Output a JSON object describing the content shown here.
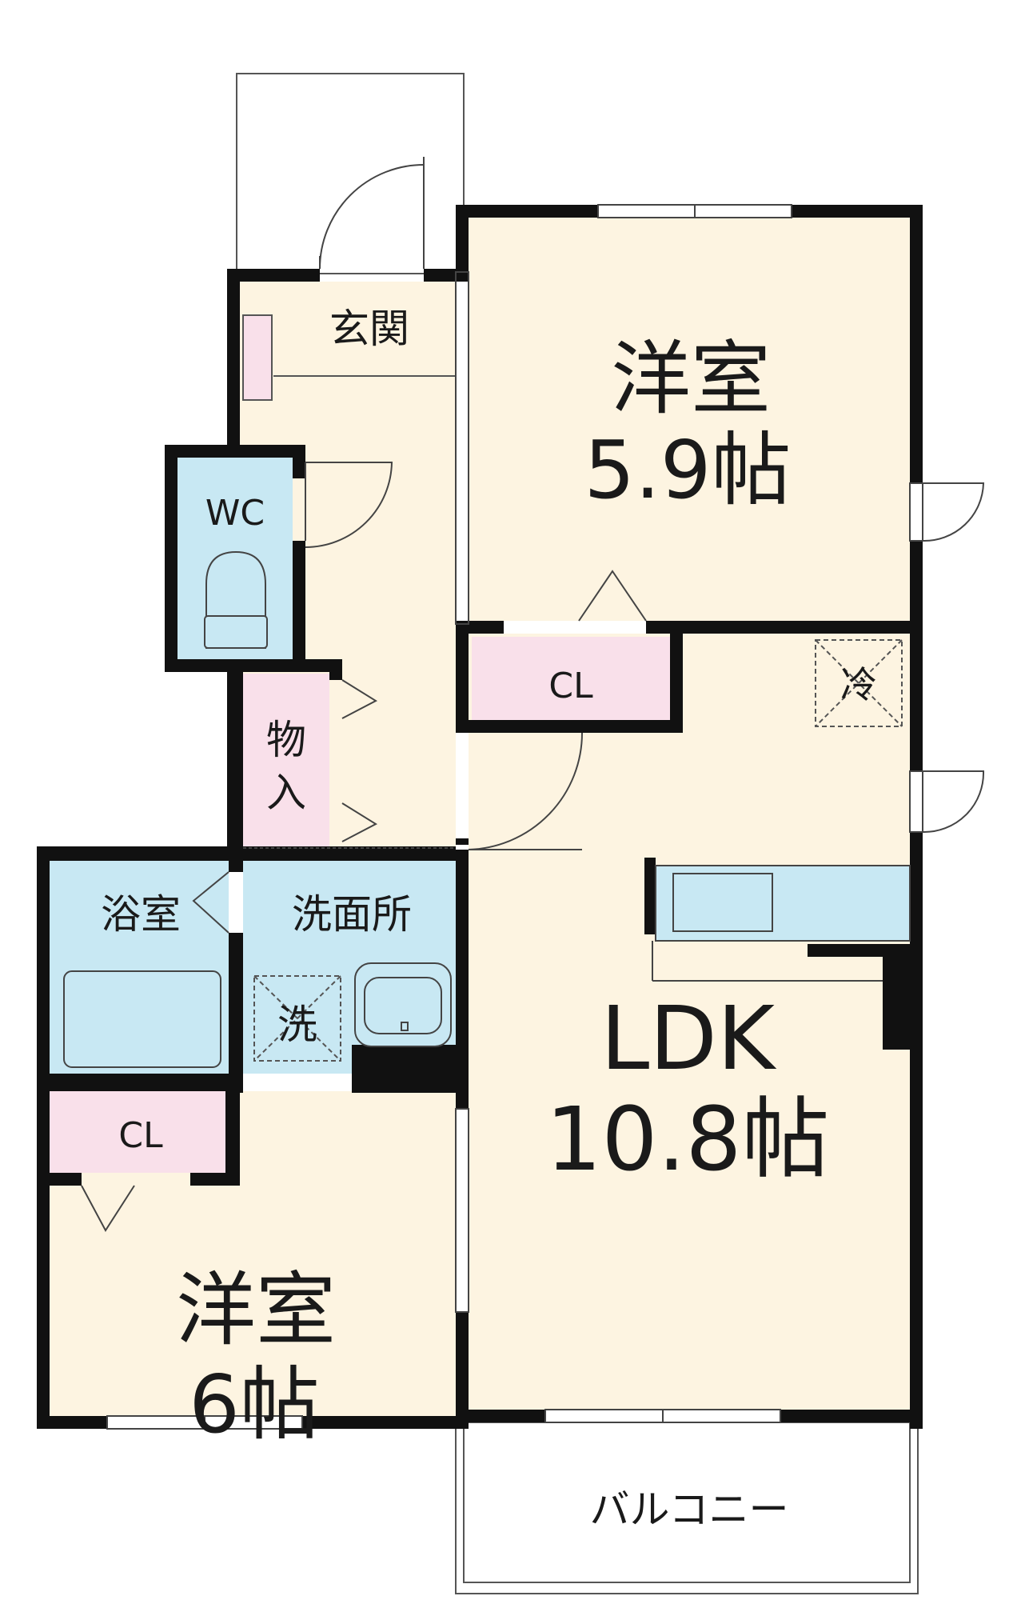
{
  "rooms": {
    "genkan": "玄関",
    "wc": "WC",
    "yoshitsu_north": {
      "name": "洋室",
      "size": "5.9帖"
    },
    "cl_north": "CL",
    "reizouko": "冷",
    "mono_ire": [
      "物",
      "入"
    ],
    "yokushitsu": "浴室",
    "senmenjo": "洗面所",
    "sentaku": "洗",
    "ldk": {
      "name": "LDK",
      "size": "10.8帖"
    },
    "cl_south": "CL",
    "yoshitsu_south": {
      "name": "洋室",
      "size": "6帖"
    },
    "balcony": "バルコニー"
  },
  "colors": {
    "wall": "#111111",
    "living": "#fdf4e1",
    "wet": "#c8e8f3",
    "storage": "#f9e0ea",
    "outline": "#555555"
  }
}
